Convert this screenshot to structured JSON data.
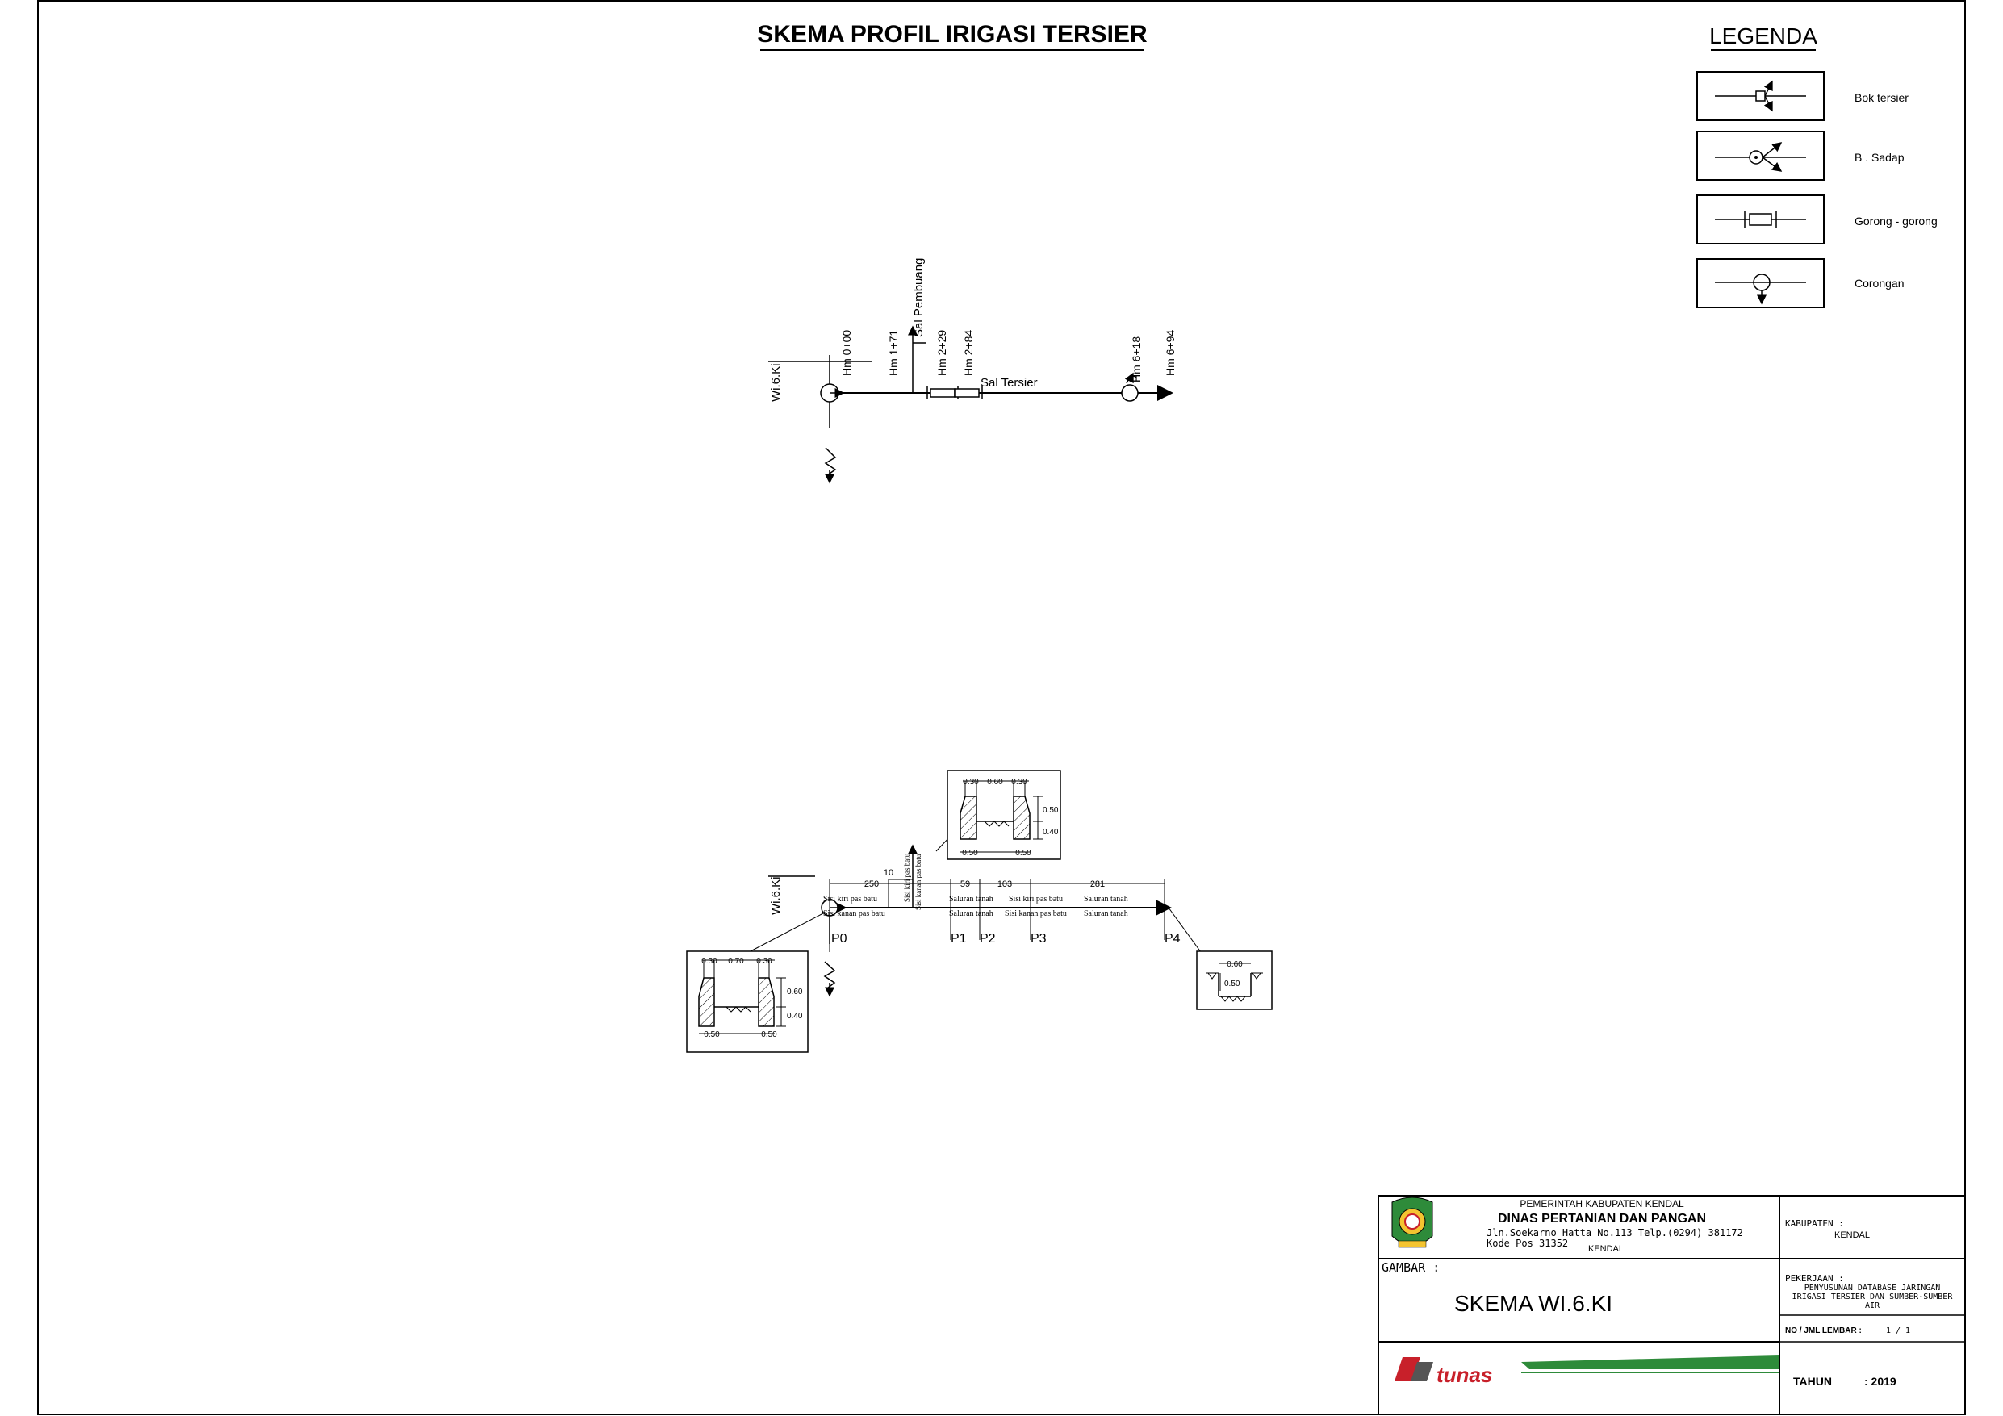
{
  "title": "SKEMA PROFIL IRIGASI TERSIER",
  "legend": {
    "title": "LEGENDA",
    "items": [
      {
        "label": "Bok tersier",
        "icon": "bok-tersier-icon"
      },
      {
        "label": "B . Sadap",
        "icon": "sadap-icon"
      },
      {
        "label": "Gorong - gorong",
        "icon": "culvert-icon"
      },
      {
        "label": "Corongan",
        "icon": "corongan-icon"
      }
    ]
  },
  "schema": {
    "channel_name": "Wi.6.Ki",
    "channel_label": "Sal Tersier",
    "drain_label": "Sal Pembuang",
    "stations": [
      "Hm 0+00",
      "Hm 1+71",
      "Hm 2+29",
      "Hm 2+84",
      "Hm 6+18",
      "Hm 6+94"
    ]
  },
  "profile": {
    "channel_name": "Wi.6.Ki",
    "points": [
      "P0",
      "P1",
      "P2",
      "P3",
      "P4"
    ],
    "lengths": [
      "250",
      "10",
      "59",
      "103",
      "281"
    ],
    "segment_notes": {
      "s1_top": "Sisi kiri pas batu",
      "s1_bottom": "Sisi kanan pas batu",
      "vertical_a": "Sisi kiri pas batu",
      "vertical_b": "Sisi kanan pas batu",
      "s3_top": "Saluran tanah",
      "s3_bottom": "Saluran tanah",
      "s4_top": "Sisi kiri pas batu",
      "s4_bottom": "Sisi kanan pas batu",
      "s5_top": "Saluran tanah",
      "s5_bottom": "Saluran tanah"
    },
    "section_a": {
      "w1": "0.30",
      "w2": "0.70",
      "w3": "0.30",
      "h1": "0.60",
      "h2": "0.40",
      "b1": "0.50",
      "b2": "0.50"
    },
    "section_b": {
      "w1": "0.30",
      "w2": "0.60",
      "w3": "0.30",
      "h1": "0.50",
      "h2": "0.40",
      "b1": "0.50",
      "b2": "0.50"
    },
    "section_c": {
      "w": "0.60",
      "h": "0.50"
    }
  },
  "titleblock": {
    "gov": "PEMERINTAH KABUPATEN KENDAL",
    "dept": "DINAS PERTANIAN DAN PANGAN",
    "address1": "Jln.Soekarno Hatta No.113 Telp.(0294) 381172",
    "address2": "Kode Pos 31352",
    "city": "KENDAL",
    "kabupaten_label": "KABUPATEN :",
    "kabupaten_value": "KENDAL",
    "gambar_label": "GAMBAR :",
    "gambar_value": "SKEMA WI.6.KI",
    "pekerjaan_label": "PEKERJAAN :",
    "pekerjaan_l1": "PENYUSUNAN DATABASE JARINGAN",
    "pekerjaan_l2": "IRIGASI TERSIER DAN SUMBER-SUMBER",
    "pekerjaan_l3": "AIR",
    "lembar_label": "NO / JML LEMBAR :",
    "lembar_value": "1 / 1",
    "tahun_label": "TAHUN",
    "tahun_value": ": 2019",
    "brand": "tunas",
    "colors": {
      "brand_green": "#2e8b3a",
      "brand_red": "#c8202a"
    }
  }
}
